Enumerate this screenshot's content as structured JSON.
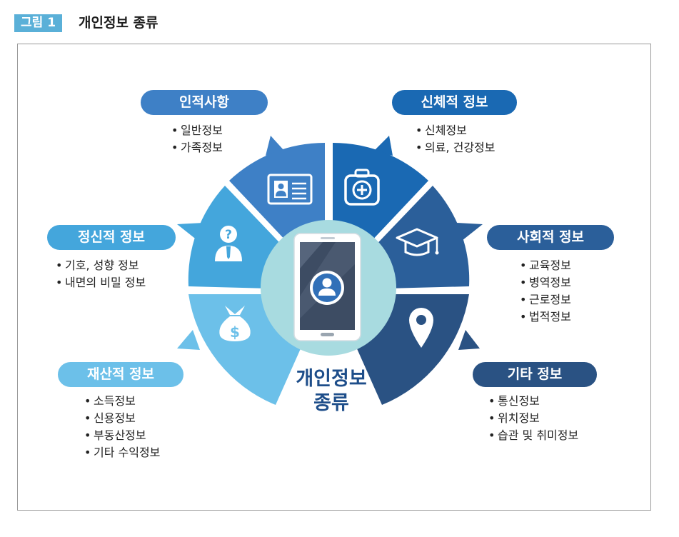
{
  "figure": {
    "tag": "그림 1",
    "title": "개인정보 종류"
  },
  "center": {
    "line1": "개인정보",
    "line2": "종류"
  },
  "categories": [
    {
      "label": "인적사항",
      "items": [
        "일반정보",
        "가족정보"
      ],
      "color": "#3e80c6",
      "icon": "id-card-icon"
    },
    {
      "label": "신체적 정보",
      "items": [
        "신체정보",
        "의료, 건강정보"
      ],
      "color": "#1a69b3",
      "icon": "medical-kit-icon"
    },
    {
      "label": "정신적 정보",
      "items": [
        "기호, 성향 정보",
        "내면의 비밀 정보"
      ],
      "color": "#44a6dc",
      "icon": "question-person-icon"
    },
    {
      "label": "사회적 정보",
      "items": [
        "교육정보",
        "병역정보",
        "근로정보",
        "법적정보"
      ],
      "color": "#2b5f9a",
      "icon": "graduation-cap-icon"
    },
    {
      "label": "재산적 정보",
      "items": [
        "소득정보",
        "신용정보",
        "부동산정보",
        "기타 수익정보"
      ],
      "color": "#6cc0e9",
      "icon": "money-bag-icon"
    },
    {
      "label": "기타 정보",
      "items": [
        "통신정보",
        "위치정보",
        "습관 및 취미정보"
      ],
      "color": "#2a5283",
      "icon": "location-pin-icon"
    }
  ],
  "colors": {
    "center_circle": "#a8dbe0",
    "phone_body": "#ffffff",
    "phone_screen": "#3d4c63"
  }
}
